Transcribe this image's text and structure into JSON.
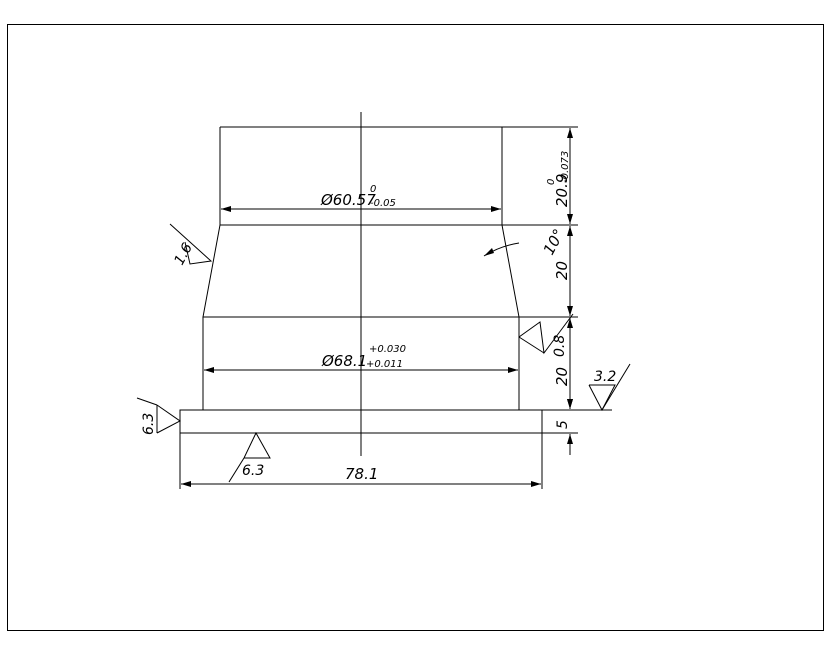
{
  "drawing": {
    "dimensions": {
      "top_diameter": {
        "prefix": "Ø60.57",
        "upper_tol": "0",
        "lower_tol": "-0.05"
      },
      "bottom_diameter": {
        "prefix": "Ø68.1",
        "upper_tol": "+0.030",
        "lower_tol": "+0.011"
      },
      "base_width": "78.1",
      "height_top": {
        "value": "20.9",
        "upper_tol": "0",
        "lower_tol": "-0.073"
      },
      "height_mid": "20",
      "height_low": "20",
      "height_base": "5",
      "taper_angle": "10°"
    },
    "surface_finish": {
      "taper_face": "1.6",
      "bore_face": "0.8",
      "base_right": "3.2",
      "base_left": "6.3",
      "base_bottom": "6.3"
    }
  }
}
